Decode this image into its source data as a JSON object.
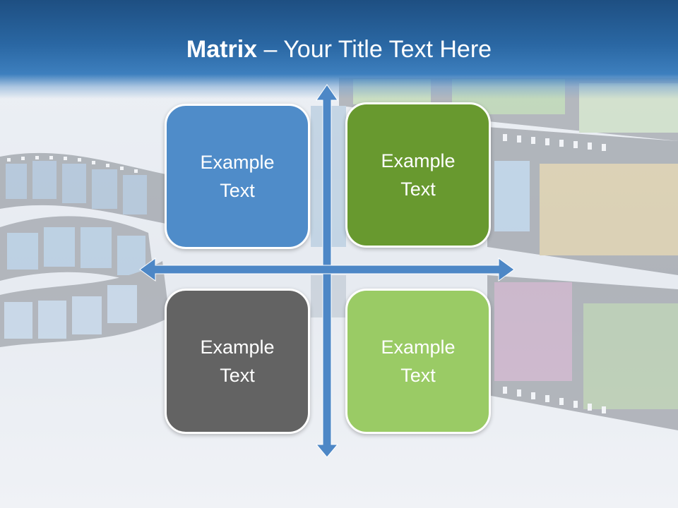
{
  "title": {
    "bold": "Matrix",
    "rest": " – Your Title Text Here"
  },
  "quadrants": [
    {
      "line1": "Example",
      "line2": "Text",
      "color": "#4f8cc9"
    },
    {
      "line1": "Example",
      "line2": "Text",
      "color": "#68992f"
    },
    {
      "line1": "Example",
      "line2": "Text",
      "color": "#636363"
    },
    {
      "line1": "Example",
      "line2": "Text",
      "color": "#9acb65"
    }
  ],
  "colors": {
    "header": "#2a67a3",
    "arrow": "#4d87c6",
    "background": "#e8ecf1"
  }
}
